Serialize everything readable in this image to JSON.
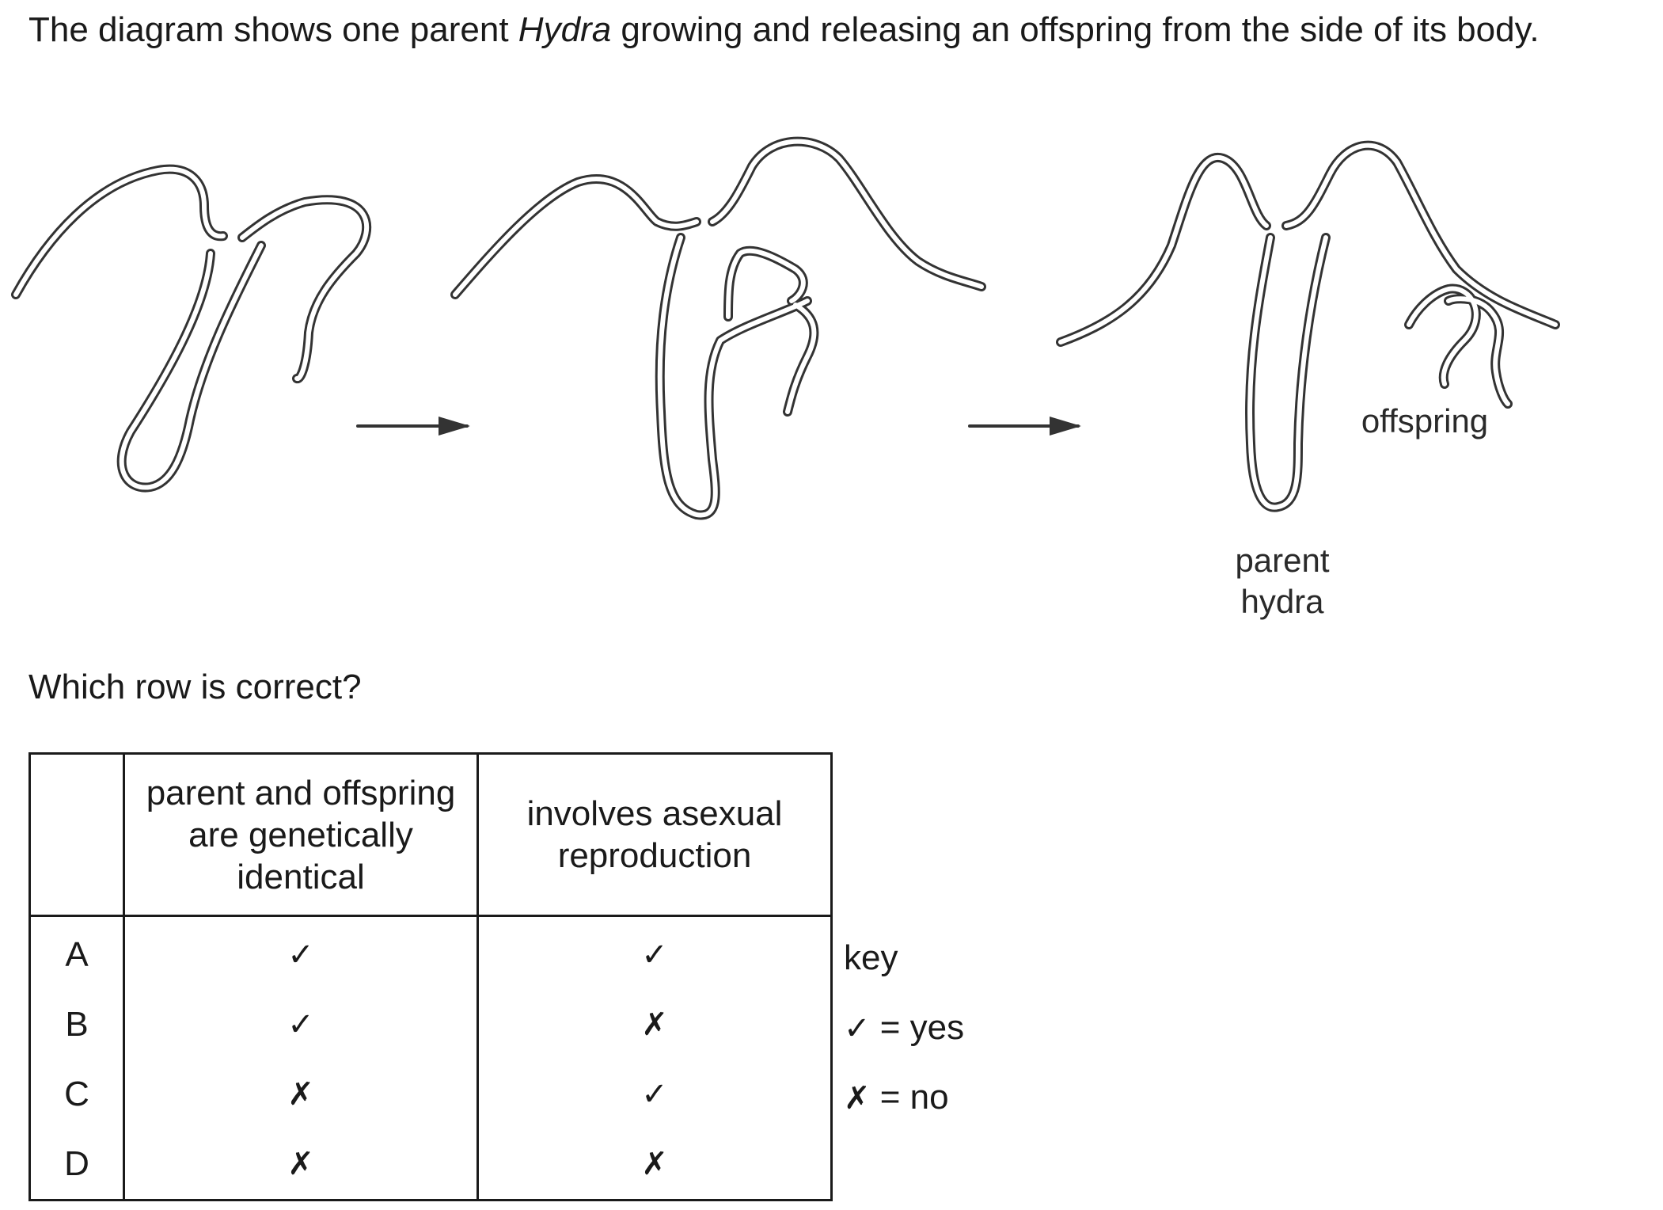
{
  "intro": {
    "before": "The diagram shows one parent ",
    "italic": "Hydra",
    "after": " growing and releasing an offspring from the side of its body."
  },
  "diagram": {
    "offspring_label": "offspring",
    "parent_label_line1": "parent",
    "parent_label_line2": "hydra"
  },
  "question": "Which row is correct?",
  "table": {
    "header_col1": "parent and offspring are genetically identical",
    "header_col2": "involves asexual reproduction",
    "rows": [
      {
        "letter": "A",
        "col1": "✓",
        "col2": "✓"
      },
      {
        "letter": "B",
        "col1": "✓",
        "col2": "✗"
      },
      {
        "letter": "C",
        "col1": "✗",
        "col2": "✓"
      },
      {
        "letter": "D",
        "col1": "✗",
        "col2": "✗"
      }
    ]
  },
  "key": {
    "title": "key",
    "yes_symbol": "✓",
    "yes_text": " = yes",
    "no_symbol": "✗",
    "no_text": " = no"
  }
}
